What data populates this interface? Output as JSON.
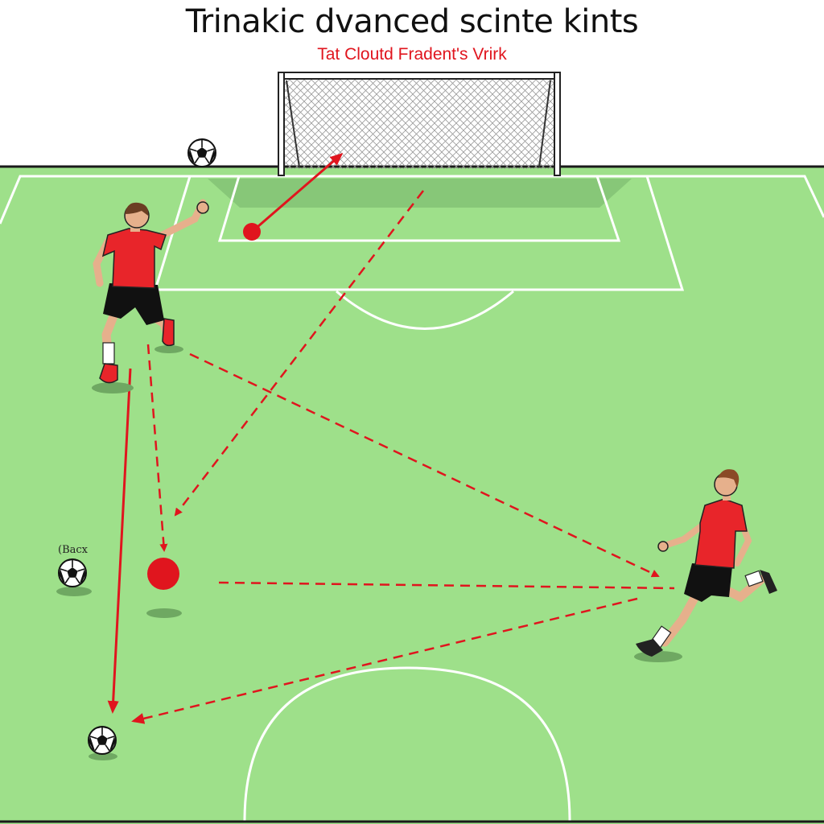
{
  "header": {
    "title": "Trinakic dvanced scinte kints",
    "subtitle": "Tat Cloutd Fradent's Vrirk"
  },
  "labels": {
    "ball_label": "(Bacx"
  },
  "colors": {
    "pitch": "#9ee08a",
    "lines": "#ffffff",
    "pass_arrows": "#e0151e",
    "shirt": "#e8252a",
    "shorts": "#111111"
  },
  "icons": [
    "soccer-ball-icon",
    "player-figure-icon",
    "goal-net-icon"
  ]
}
